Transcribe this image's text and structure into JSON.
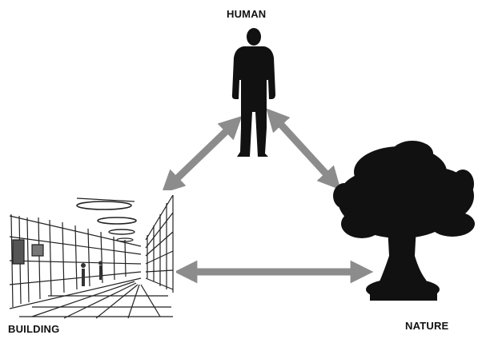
{
  "nodes": {
    "human": {
      "label": "HUMAN",
      "icon": "person-silhouette-icon"
    },
    "building": {
      "label": "BUILDING",
      "icon": "building-interior-sketch"
    },
    "nature": {
      "label": "NATURE",
      "icon": "tree-silhouette-icon"
    }
  },
  "colors": {
    "arrow": "#8c8c8c",
    "silhouette": "#111111",
    "sketch": "#222222",
    "background": "#ffffff"
  }
}
